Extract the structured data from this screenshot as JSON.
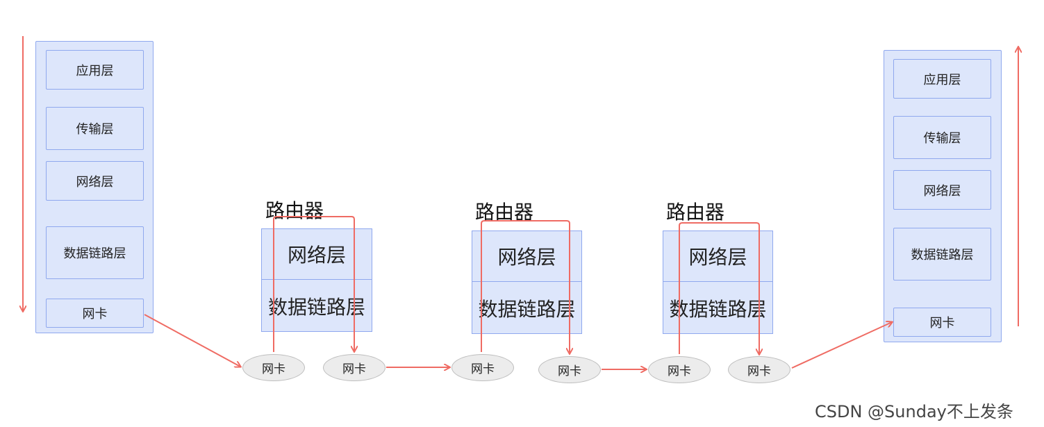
{
  "colors": {
    "accent": "#ef6b63",
    "layer_fill": "#dde6fb",
    "layer_border": "#8fa8ee",
    "nic_fill": "#ececec"
  },
  "sender": {
    "layers": [
      "应用层",
      "传输层",
      "网络层",
      "数据链路层",
      "网卡"
    ]
  },
  "receiver": {
    "layers": [
      "应用层",
      "传输层",
      "网络层",
      "数据链路层",
      "网卡"
    ]
  },
  "routers": [
    {
      "label": "路由器",
      "layers": [
        "网络层",
        "数据链路层"
      ],
      "nics": [
        "网卡",
        "网卡"
      ]
    },
    {
      "label": "路由器",
      "layers": [
        "网络层",
        "数据链路层"
      ],
      "nics": [
        "网卡",
        "网卡"
      ]
    },
    {
      "label": "路由器",
      "layers": [
        "网络层",
        "数据链路层"
      ],
      "nics": [
        "网卡",
        "网卡"
      ]
    }
  ],
  "watermark": "CSDN @Sunday不上发条"
}
